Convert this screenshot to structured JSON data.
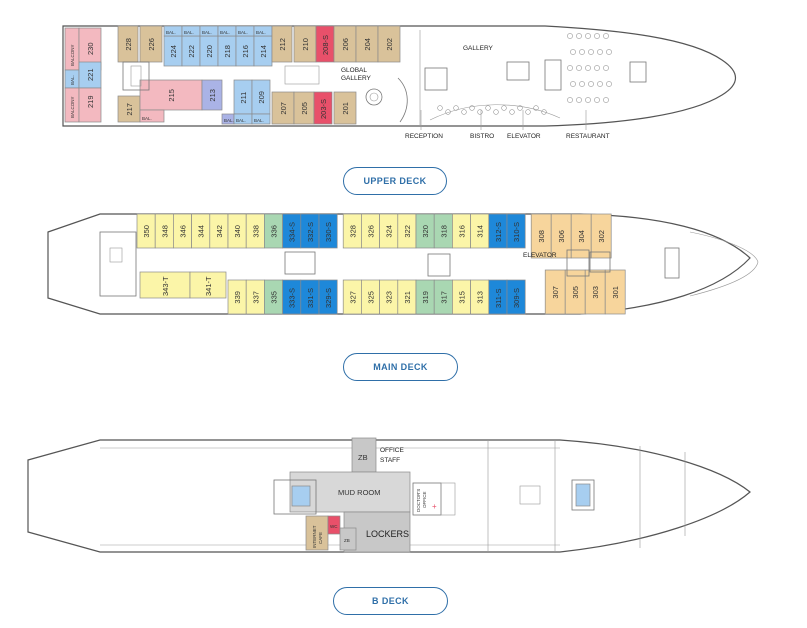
{
  "decks": {
    "upper_label": "UPPER DECK",
    "main_label": "MAIN DECK",
    "b_label": "B DECK"
  },
  "colors": {
    "yellow": "#fbf5a8",
    "tan": "#d9c29a",
    "blue": "#a7cef0",
    "pink": "#f3b9c0",
    "purple": "#aab3e6",
    "red": "#e8506a",
    "green": "#a9d7b2",
    "darkblue": "#1e88d9",
    "orange": "#f7d59c",
    "grey": "#c8c8c8"
  },
  "upper_deck": {
    "labels": {
      "gallery_top": "GALLERY",
      "global_gallery_1": "GLOBAL",
      "global_gallery_2": "GALLERY",
      "reception": "RECEPTION",
      "bistro": "BISTRO",
      "elevator": "ELEVATOR",
      "restaurant": "RESTAURANT",
      "balcony_left_top": "BALCONY",
      "balcony_left_bottom": "BALCONY",
      "bal_mid": "BAL.",
      "bal_small": "BAL."
    },
    "top_cabins": [
      "228",
      "226",
      "224",
      "222",
      "220",
      "218",
      "216",
      "214",
      "212",
      "210",
      "208-S",
      "206",
      "204",
      "202"
    ],
    "bottom_cabins": [
      "217",
      "215",
      "213",
      "211",
      "209",
      "207",
      "205",
      "203-S",
      "201"
    ],
    "aft_cabins": [
      "230",
      "221",
      "219"
    ],
    "bal_labels": [
      "BAL.",
      "BAL.",
      "BAL.",
      "BAL.",
      "BAL.",
      "BAL.",
      "BAL.",
      "BAL.",
      "BAL.",
      "BAL."
    ]
  },
  "main_deck": {
    "labels": {
      "elevator": "ELEVATOR"
    },
    "top_cabins": [
      "350",
      "348",
      "346",
      "344",
      "342",
      "340",
      "338",
      "336",
      "334-S",
      "332-S",
      "330-S",
      "328",
      "326",
      "324",
      "322",
      "320",
      "318",
      "316",
      "314",
      "312-S",
      "310-S",
      "308",
      "306",
      "304",
      "302"
    ],
    "bottom_cabins": [
      "343-T",
      "341-T",
      "339",
      "337",
      "335",
      "333-S",
      "331-S",
      "329-S",
      "327",
      "325",
      "323",
      "321",
      "319",
      "317",
      "315",
      "313",
      "311-S",
      "309-S",
      "307",
      "305",
      "303",
      "301"
    ]
  },
  "b_deck": {
    "labels": {
      "zb_top": "ZB",
      "office_1": "OFFICE",
      "office_2": "STAFF",
      "mud_room": "MUD ROOM",
      "doctors_1": "DOCTOR'S",
      "doctors_2": "OFFICE",
      "lockers": "LOCKERS",
      "internet_1": "INTERNET",
      "internet_2": "CAFE",
      "wc": "WC",
      "zb_bottom": "ZB"
    }
  }
}
